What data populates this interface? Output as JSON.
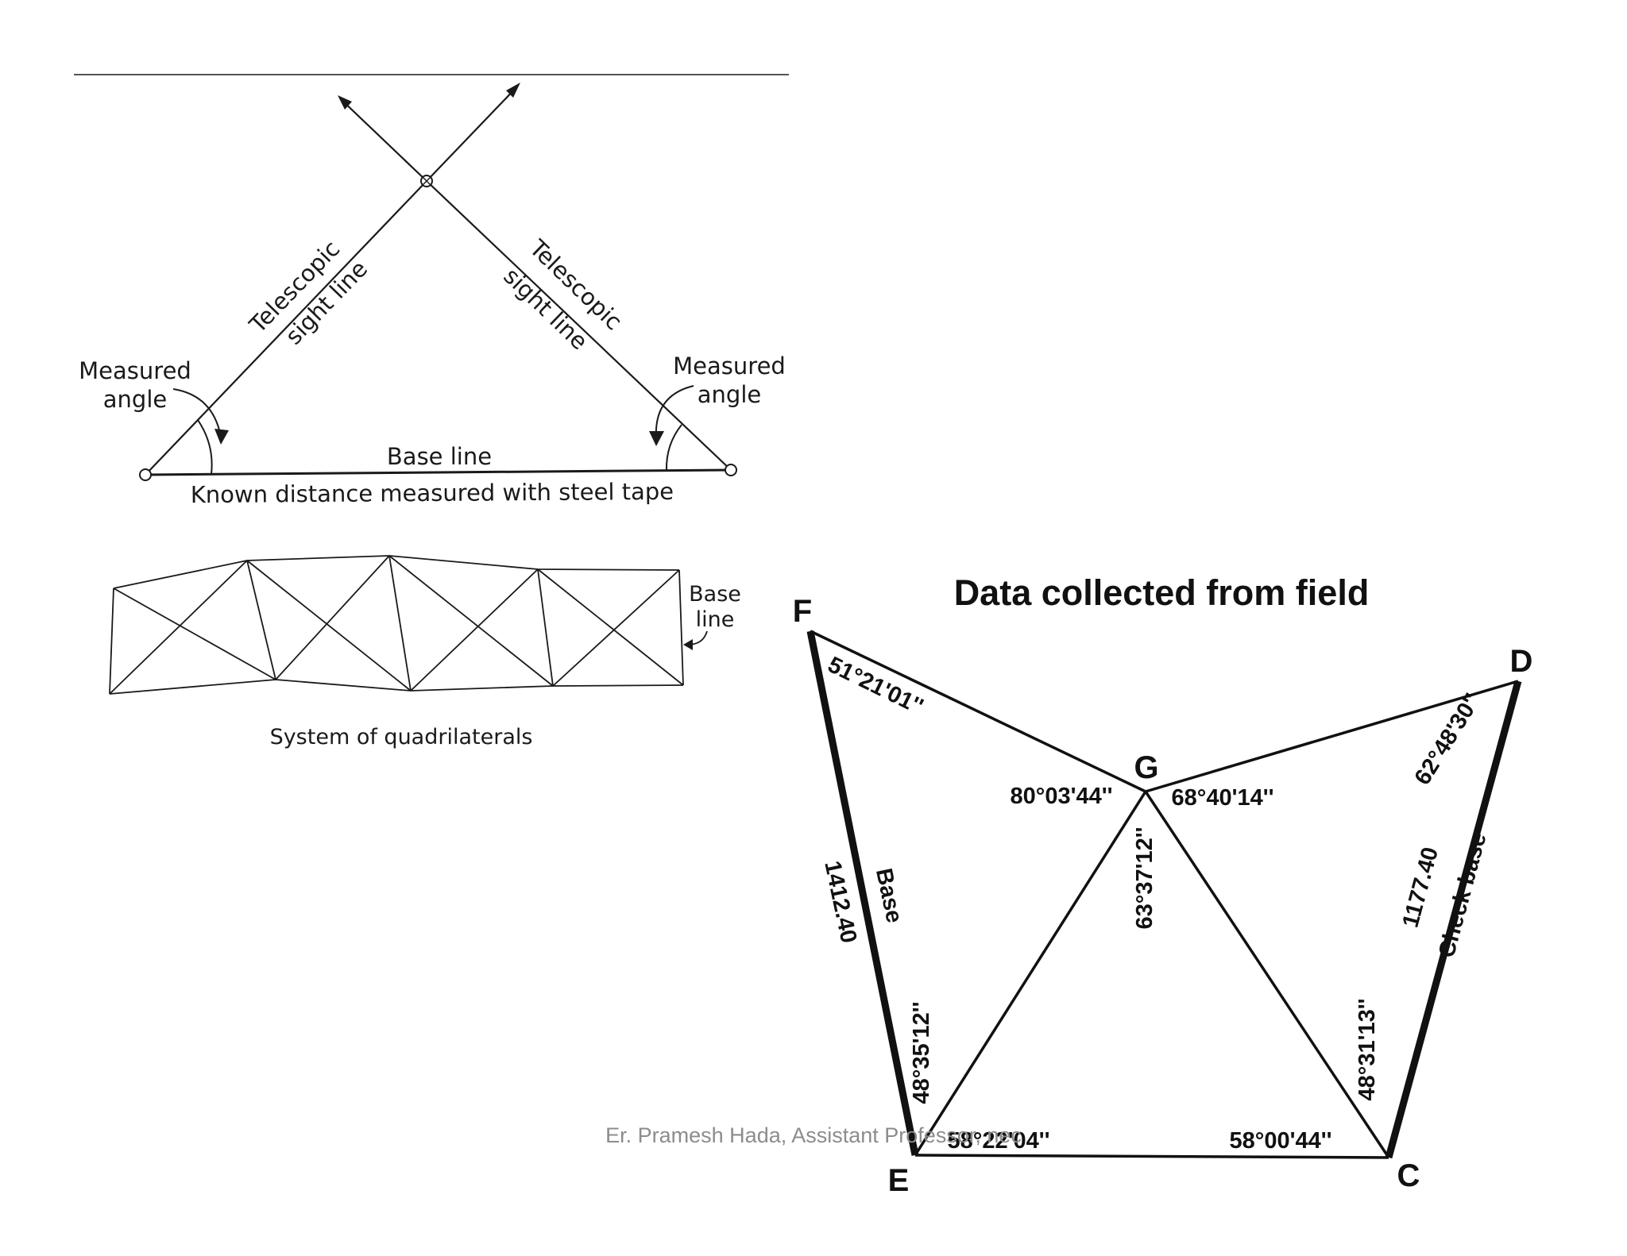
{
  "triangulation": {
    "left_sight_label_1": "Telescopic",
    "left_sight_label_2": "sight line",
    "right_sight_label_1": "Telescopic",
    "right_sight_label_2": "sight line",
    "left_angle_label_1": "Measured",
    "left_angle_label_2": "angle",
    "right_angle_label_1": "Measured",
    "right_angle_label_2": "angle",
    "base_line_label": "Base line",
    "known_distance_label": "Known distance measured with steel tape"
  },
  "quadrilaterals": {
    "base_label_1": "Base",
    "base_label_2": "line",
    "caption": "System of quadrilaterals"
  },
  "field_data": {
    "title": "Data collected from field",
    "stations": {
      "F": "F",
      "G": "G",
      "D": "D",
      "E": "E",
      "C": "C"
    },
    "angles": {
      "F_angle": "51°21'01''",
      "G_left": "80°03'44''",
      "G_right": "68°40'14''",
      "G_bottom": "63°37'12''",
      "D_angle": "62°48'30''",
      "E_top": "48°35'12''",
      "E_bottom": "58°22'04''",
      "C_bottom": "58°00'44''",
      "C_top": "48°31'13''"
    },
    "base_length": "1412.40",
    "base_label": "Base",
    "check_base_length": "1177.40",
    "check_base_label": "Check base"
  },
  "footer": {
    "text": "Er. Pramesh Hada, Assistant Professor, nec"
  }
}
